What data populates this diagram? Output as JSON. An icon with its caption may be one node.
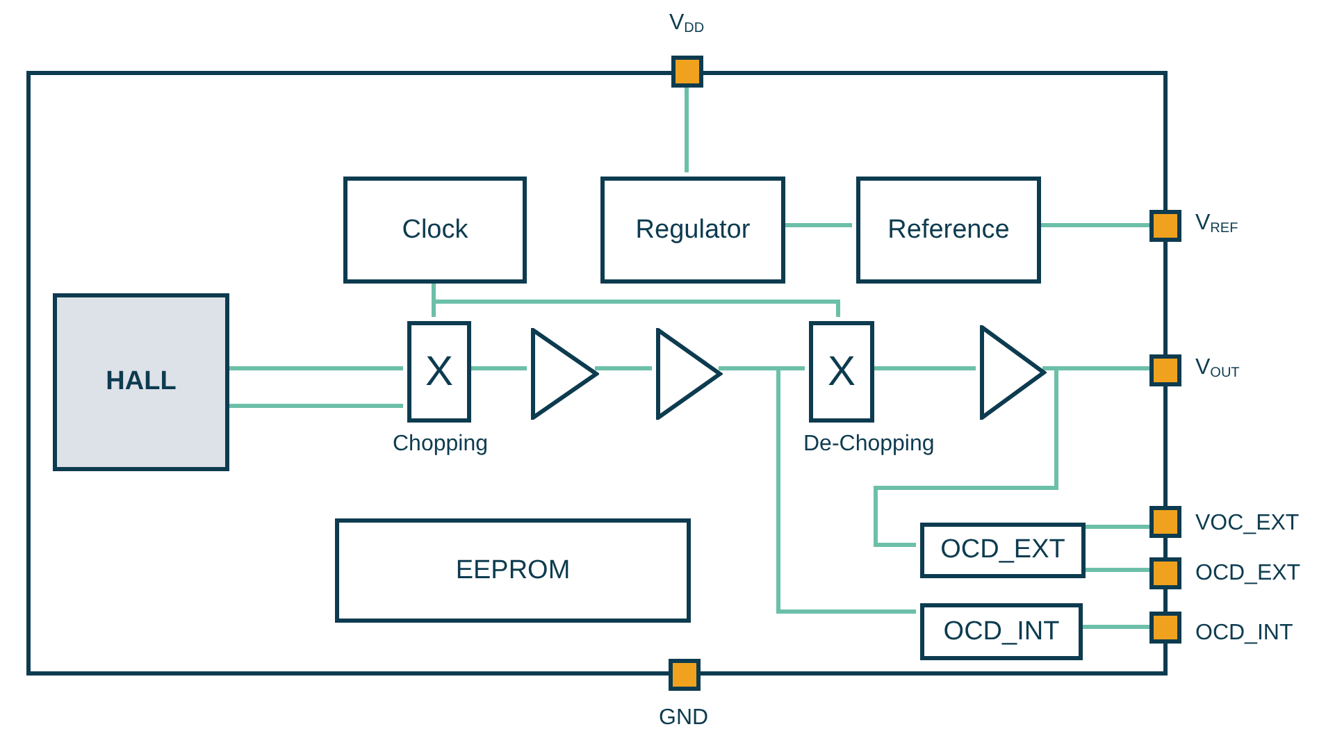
{
  "diagram": {
    "nodes": [
      {
        "text": [],
        "shape": "box"
      },
      {
        "text": [],
        "shape": "box",
        "beside": [
          "V$_{DD}$"
        ]
      },
      {
        "text": [
          "Clock"
        ],
        "in": 0
      },
      {
        "text": [
          "Regulator"
        ],
        "in": 0
      },
      {
        "text": [
          "Reference"
        ],
        "in": 0
      },
      {
        "text": [],
        "shape": "box",
        "beside": [
          "V$_{REF}$"
        ]
      },
      {
        "text": [
          "HALL"
        ],
        "in": 0
      },
      {
        "text": [
          "X"
        ],
        "beside": [
          "Chopping"
        ],
        "in": 0
      },
      {
        "text": [],
        "shape": "triangle",
        "in": 0
      },
      {
        "text": [],
        "shape": "triangle",
        "in": 0
      },
      {
        "text": [
          "X"
        ],
        "beside": [
          "De-Chopping"
        ],
        "in": 0
      },
      {
        "text": [],
        "shape": "triangle",
        "in": 0
      },
      {
        "text": [],
        "shape": "box",
        "beside": [
          "V$_{OUT}$"
        ]
      },
      {
        "text": [
          "EEPROM"
        ],
        "in": 0
      },
      {
        "text": [],
        "shape": "box",
        "beside": [
          "VOC_EXT"
        ]
      },
      {
        "text": [
          "OCD_EXT"
        ],
        "in": 0
      },
      {
        "text": [],
        "shape": "box",
        "beside": [
          "OCD_EXT"
        ]
      },
      {
        "text": [
          "OCD_INT"
        ],
        "in": 0
      },
      {
        "text": [],
        "shape": "box",
        "beside": [
          "OCD_INT"
        ]
      },
      {
        "text": [],
        "shape": "box",
        "beside": [
          "GND"
        ]
      }
    ],
    "edges": [
      {
        "from": 1,
        "to": 3,
        "arrow": "none"
      },
      {
        "from": 3,
        "to": 4,
        "arrow": "none"
      },
      {
        "from": 4,
        "to": 5,
        "arrow": "none"
      },
      {
        "from": 6,
        "to": 7,
        "arrow": "none"
      },
      {
        "from": 6,
        "to": 7,
        "arrow": "none"
      },
      {
        "from": 2,
        "to": 7,
        "arrow": "none"
      },
      {
        "from": 2,
        "to": 10,
        "arrow": "none"
      },
      {
        "from": 7,
        "to": 8,
        "arrow": "none"
      },
      {
        "from": 8,
        "to": 9,
        "arrow": "none"
      },
      {
        "from": 9,
        "to": 10,
        "arrow": "none"
      },
      {
        "from": 10,
        "to": 11,
        "arrow": "none"
      },
      {
        "from": 11,
        "to": 12,
        "arrow": "none"
      },
      {
        "from": 11,
        "to": 15,
        "arrow": "none"
      },
      {
        "from": 9,
        "to": 17,
        "arrow": "none"
      },
      {
        "from": 15,
        "to": 14,
        "arrow": "none"
      },
      {
        "from": 15,
        "to": 16,
        "arrow": "none"
      },
      {
        "from": 17,
        "to": 18,
        "arrow": "none"
      }
    ]
  }
}
